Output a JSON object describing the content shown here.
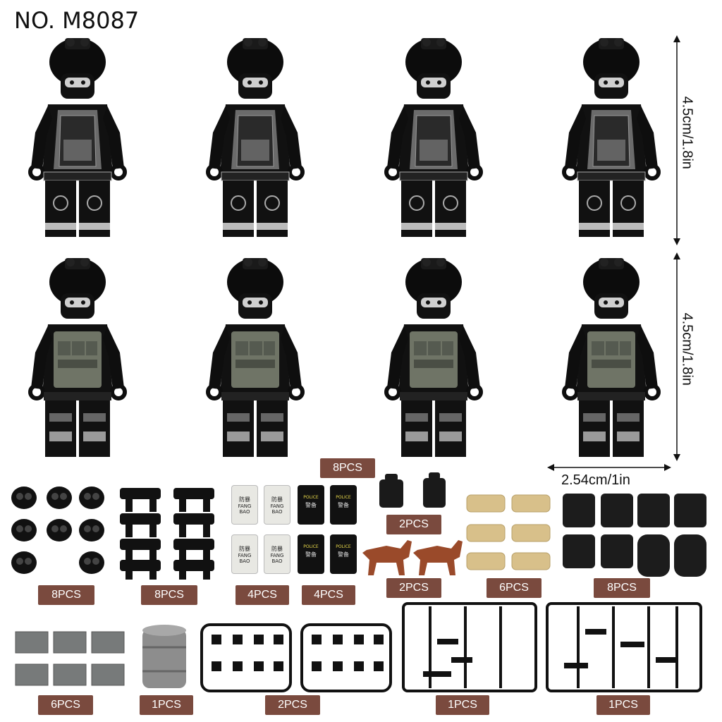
{
  "product": {
    "model": "NO. M8087"
  },
  "dimensions": {
    "height_row1": "4.5cm/1.8in",
    "height_row2": "4.5cm/1.8in",
    "width": "2.54cm/1in"
  },
  "quantities": {
    "shields_top": "8PCS",
    "gas_masks": "8PCS",
    "goggles": "8PCS",
    "white_shields": "4PCS",
    "black_shields": "4PCS",
    "backpacks": "2PCS",
    "dogs": "2PCS",
    "sandbags": "6PCS",
    "vests": "8PCS",
    "bricks": "6PCS",
    "barrel": "1PCS",
    "sprues_small": "2PCS",
    "weapon_sprue_1": "1PCS",
    "weapon_sprue_2": "1PCS"
  },
  "shield_text": {
    "white_cn": "防暴",
    "white_en": "FANG BAO",
    "black_en": "POLICE",
    "black_cn": "警备"
  },
  "colors": {
    "label_bg": "#7a4a3e",
    "figure_black": "#111111",
    "armor_grey": "#6f7466",
    "sand": "#d8c08a",
    "dog": "#9a4a2a"
  }
}
